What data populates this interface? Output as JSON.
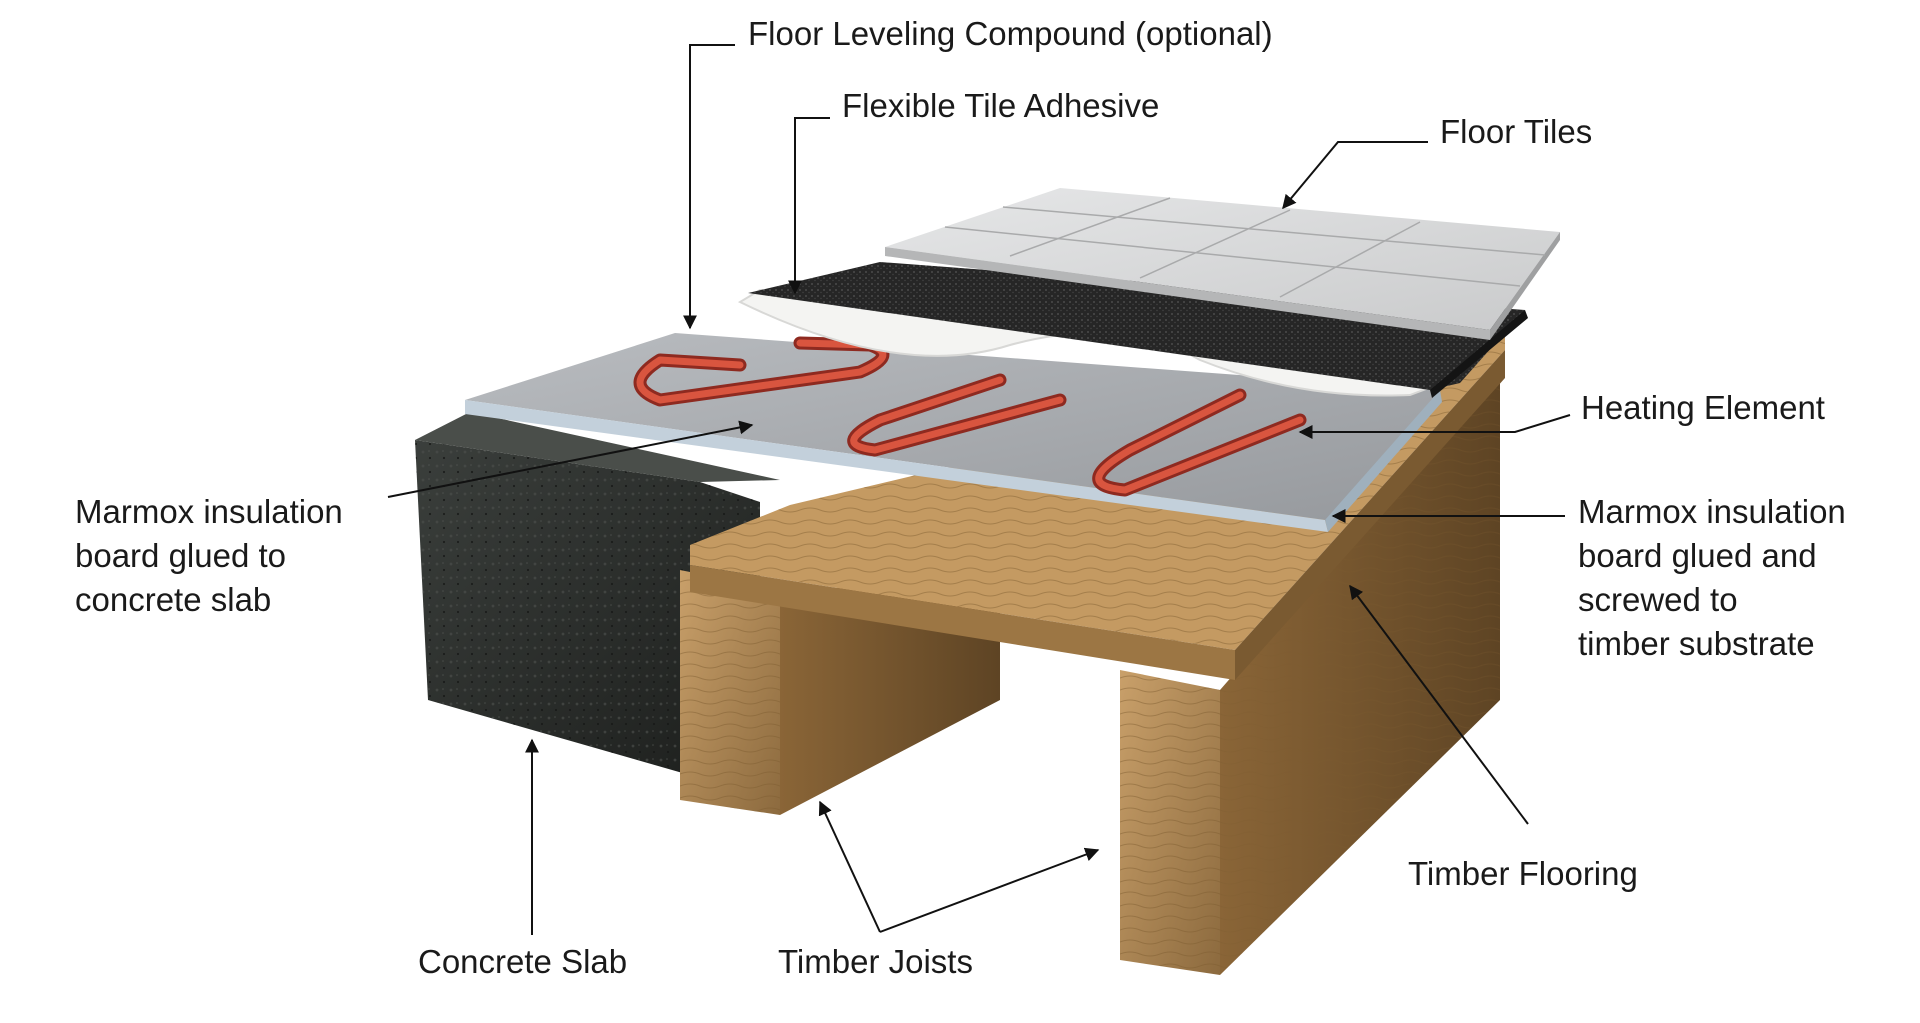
{
  "labels": {
    "floor_leveling": "Floor Leveling Compound (optional)",
    "tile_adhesive": "Flexible Tile Adhesive",
    "floor_tiles": "Floor Tiles",
    "heating_element": "Heating Element",
    "marmox_left": [
      "Marmox insulation",
      "board glued to",
      "concrete slab"
    ],
    "marmox_right": [
      "Marmox insulation",
      "board glued and",
      "screwed to",
      "timber substrate"
    ],
    "timber_flooring": "Timber Flooring",
    "concrete_slab": "Concrete Slab",
    "timber_joists": "Timber Joists"
  },
  "colors": {
    "concrete": "#2c2f2c",
    "timber": "#b48a58",
    "insulation_board": "#a9acb0",
    "heating_element": "#c0392b",
    "membrane": "#f4f4f2",
    "adhesive": "#262626",
    "tiles": "#d9dadb",
    "leader_line": "#111111"
  }
}
